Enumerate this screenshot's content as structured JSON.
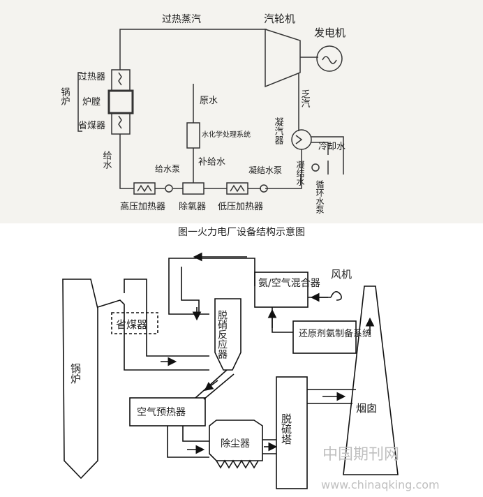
{
  "figure1": {
    "caption": "图一火力电厂设备结构示意图",
    "labels": {
      "superheated_steam": "过热蒸汽",
      "turbine": "汽轮机",
      "generator": "发电机",
      "boiler": "锅炉",
      "superheater": "过热器",
      "furnace": "炉膛",
      "economizer": "省煤器",
      "raw_water": "原水",
      "water_treatment": "水化学处理系统",
      "exhaust_steam": "乏汽",
      "condenser": "凝汽器",
      "cooling_water": "冷却水",
      "feed_water": "给水",
      "makeup_water": "补给水",
      "feed_pump": "给水泵",
      "condensate_pump": "凝结水泵",
      "condensate": "凝结水",
      "circulating_pump": "循环水泵",
      "hp_heater": "高压加热器",
      "deaerator": "除氧器",
      "lp_heater": "低压加热器"
    }
  },
  "figure2": {
    "labels": {
      "fan": "风机",
      "ammonia_air_mixer": "氨/空气混合器",
      "economizer": "省煤器",
      "scr_reactor": "脱硝反应器",
      "boiler": "锅炉",
      "reductant_system": "还原剂氨制备系统",
      "air_preheater": "空气预热器",
      "desulfurization_tower": "脱硫塔",
      "chimney": "烟囱",
      "dust_collector": "除尘器"
    },
    "watermark": {
      "cn": "中国期刊网",
      "url": "www.chinaqking.com"
    }
  }
}
